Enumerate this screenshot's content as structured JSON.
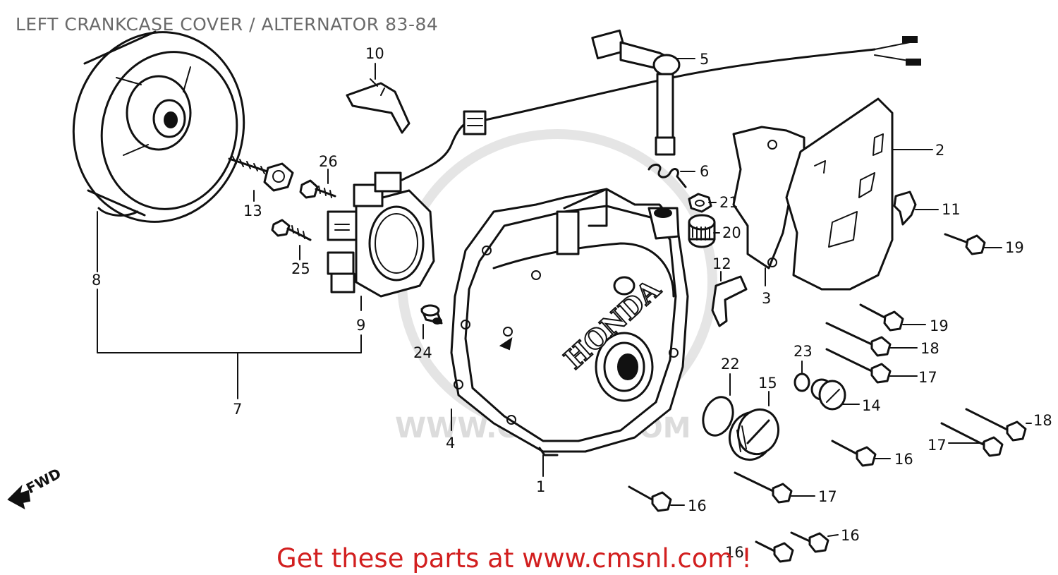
{
  "title": "LEFT CRANKCASE COVER /  ALTERNATOR 83-84",
  "footer": "Get these parts at www.cmsnl.com !",
  "watermark": "WWW.CMSNL.COM",
  "brand_text": "HONDA",
  "direction_label": "FWD",
  "callouts": [
    {
      "id": "1",
      "label": "1"
    },
    {
      "id": "2",
      "label": "2"
    },
    {
      "id": "3",
      "label": "3"
    },
    {
      "id": "4",
      "label": "4"
    },
    {
      "id": "5",
      "label": "5"
    },
    {
      "id": "6",
      "label": "6"
    },
    {
      "id": "7",
      "label": "7"
    },
    {
      "id": "8",
      "label": "8"
    },
    {
      "id": "9",
      "label": "9"
    },
    {
      "id": "10",
      "label": "10"
    },
    {
      "id": "11",
      "label": "11"
    },
    {
      "id": "12",
      "label": "12"
    },
    {
      "id": "13",
      "label": "13"
    },
    {
      "id": "14",
      "label": "14"
    },
    {
      "id": "15",
      "label": "15"
    },
    {
      "id": "16a",
      "label": "16"
    },
    {
      "id": "16b",
      "label": "16"
    },
    {
      "id": "16c",
      "label": "16"
    },
    {
      "id": "16d",
      "label": "16"
    },
    {
      "id": "17a",
      "label": "17"
    },
    {
      "id": "17b",
      "label": "17"
    },
    {
      "id": "17c",
      "label": "17"
    },
    {
      "id": "18a",
      "label": "18"
    },
    {
      "id": "18b",
      "label": "18"
    },
    {
      "id": "19a",
      "label": "19"
    },
    {
      "id": "19b",
      "label": "19"
    },
    {
      "id": "20",
      "label": "20"
    },
    {
      "id": "21",
      "label": "21"
    },
    {
      "id": "22",
      "label": "22"
    },
    {
      "id": "23",
      "label": "23"
    },
    {
      "id": "24",
      "label": "24"
    },
    {
      "id": "25",
      "label": "25"
    },
    {
      "id": "26",
      "label": "26"
    }
  ],
  "colors": {
    "footer": "#d21f1f",
    "title": "#6a6a6a",
    "lines": "#111111",
    "watermark": "#d9d9d9"
  }
}
